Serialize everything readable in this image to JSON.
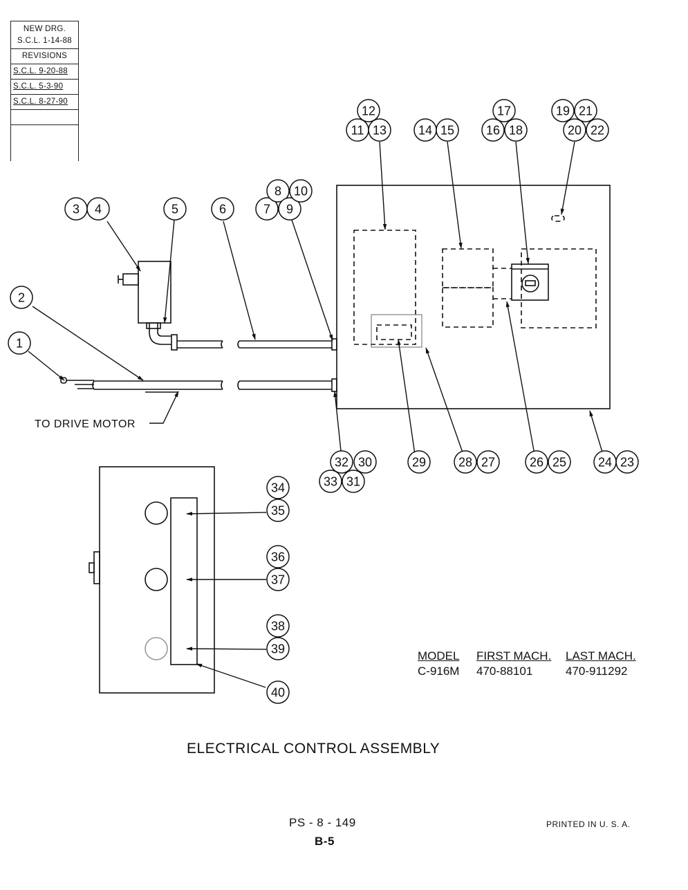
{
  "revision_block": {
    "header_lines": [
      "NEW DRG.",
      "S.C.L. 1-14-88"
    ],
    "title": "REVISIONS",
    "entries": [
      "S.C.L. 9-20-88",
      "S.C.L. 5-3-90",
      "S.C.L. 8-27-90",
      ""
    ]
  },
  "callouts": [
    "1",
    "2",
    "3",
    "4",
    "5",
    "6",
    "7",
    "8",
    "9",
    "10",
    "11",
    "12",
    "13",
    "14",
    "15",
    "16",
    "17",
    "18",
    "19",
    "20",
    "21",
    "22",
    "23",
    "24",
    "25",
    "26",
    "27",
    "28",
    "29",
    "30",
    "31",
    "32",
    "33",
    "34",
    "35",
    "36",
    "37",
    "38",
    "39",
    "40"
  ],
  "motor_label": "TO DRIVE MOTOR",
  "model_table": {
    "headers": [
      "MODEL",
      "FIRST MACH.",
      "LAST MACH."
    ],
    "row": [
      "C-916M",
      "470-88101",
      "470-911292"
    ]
  },
  "drawing_title": "ELECTRICAL  CONTROL  ASSEMBLY",
  "page_code": "PS - 8 - 149",
  "page_number": "B-5",
  "printed_note": "PRINTED  IN  U. S. A."
}
